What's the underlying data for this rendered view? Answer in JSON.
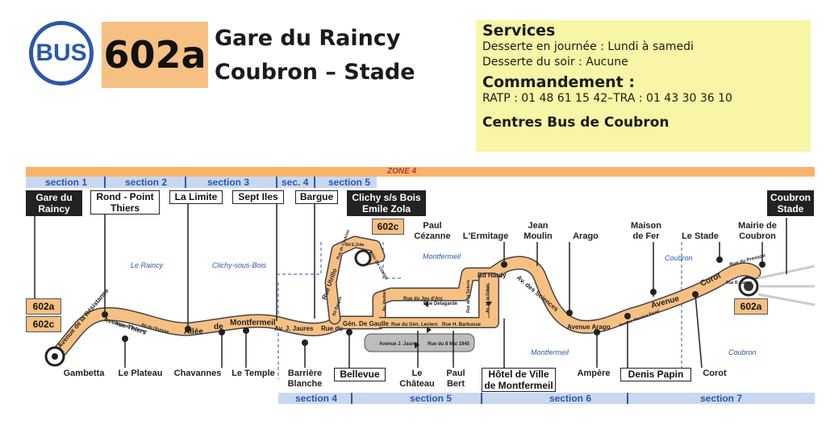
{
  "header": {
    "logo_text": "BUS",
    "line_number": "602a",
    "route_from": "Gare du Raincy",
    "route_to": "Coubron – Stade"
  },
  "services": {
    "title": "Services",
    "day_line": "Desserte en journée :  Lundi à samedi",
    "evening_line": "Desserte du soir :  Aucune",
    "command_title": "Commandement :",
    "command_phone": "RATP : 01 48 61 15 42–TRA : 01 43 30 36 10",
    "centre": "Centres Bus de Coubron"
  },
  "map": {
    "zone_label": "ZONE 4",
    "sections_top": [
      "section 1",
      "section 2",
      "section 3",
      "sec. 4",
      "section 5"
    ],
    "sections_bottom": [
      "section 4",
      "section 5",
      "section 6",
      "section 7"
    ],
    "towns": [
      "Le Raincy",
      "Clichy-sous-Bois",
      "Montfermeil",
      "Montfermeil",
      "Coubron",
      "Coubron"
    ],
    "tags": [
      "602a",
      "602c",
      "602c",
      "602a"
    ],
    "stops_top": [
      {
        "name": "Gare du Raincy",
        "style": "black"
      },
      {
        "name": "Rond - Point Thiers",
        "style": "white"
      },
      {
        "name": "La Limite",
        "style": "white"
      },
      {
        "name": "Sept Iles",
        "style": "white"
      },
      {
        "name": "Bargue",
        "style": "white"
      },
      {
        "name": "Clichy s/s Bois Emile Zola",
        "style": "black"
      },
      {
        "name": "Coubron Stade",
        "style": "black"
      }
    ],
    "stops_top_plain": [
      "Paul Cézanne",
      "L'Ermitage",
      "Jean Moulin",
      "Arago",
      "Maison de Fer",
      "Le Stade",
      "Mairie de Coubron"
    ],
    "stops_bottom": [
      "Gambetta",
      "Le Plateau",
      "Chavannes",
      "Le Temple",
      "Barrière Blanche",
      "Le Château",
      "Paul Bert",
      "Ampère",
      "Corot"
    ],
    "stops_bottom_boxed": [
      "Bellevue",
      "Hôtel de Ville de Montfermeil",
      "Denis Papin"
    ],
    "streets": [
      "Avenue de la Résistance",
      "Avenue Thiers",
      "Allée",
      "de",
      "Montfermeil",
      "Av. J. Jaures",
      "Rue du",
      "Gén. De Gaulle",
      "Rue Utrillo",
      "Bd Hardy",
      "Av. des Sciences",
      "Avenue Arago",
      "Avenue",
      "Corot",
      "Rue du Pressoir",
      "Rue Delagarde",
      "Rue du Jeu d'Arc",
      "Rue du Gén. Leclerc",
      "Rue H. Barbusse",
      "Avenue J. Jaures",
      "Rue du 8 Mai 1945",
      "Bd E.Zola",
      "Allée de Bellevue",
      "Bd Bargue",
      "Rue de la Tuilerie",
      "Av. de la Futaie",
      "Avenue Maurice Ravel",
      "Rue R. Lanier",
      "Bd de l'Europe",
      "Rue de Coubron",
      "Av. Vauban",
      "Allée Ste Clotilde"
    ]
  }
}
